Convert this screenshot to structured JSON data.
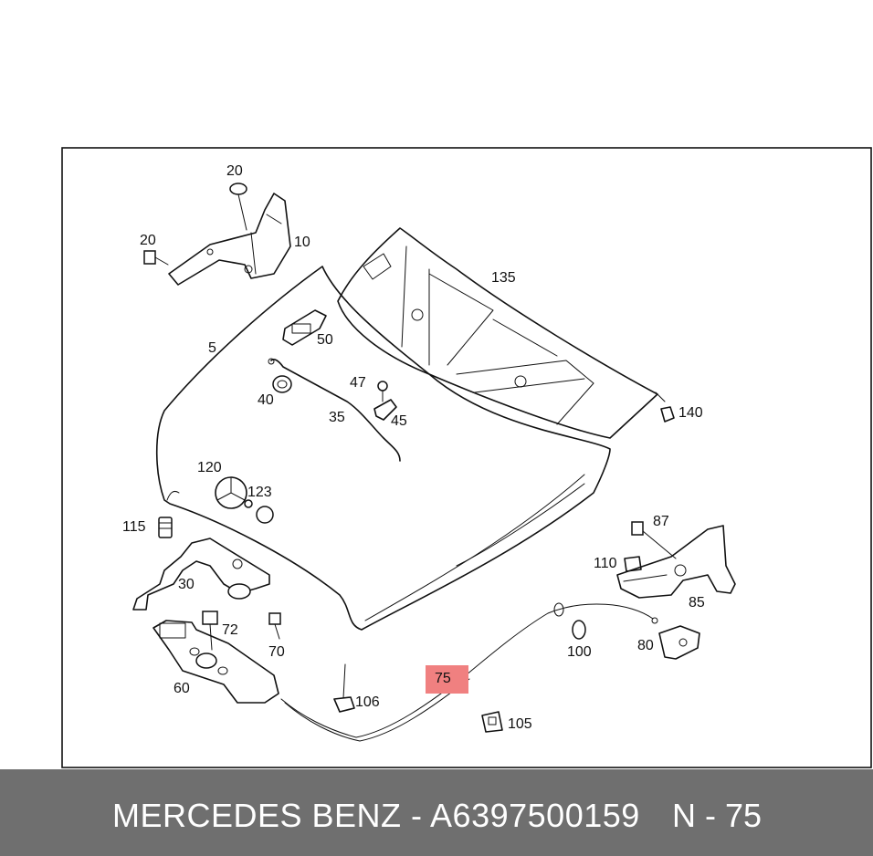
{
  "diagram": {
    "callouts": {
      "c20a": "20",
      "c20b": "20",
      "c10": "10",
      "c135": "135",
      "c5": "5",
      "c50": "50",
      "c47": "47",
      "c40": "40",
      "c35": "35",
      "c45": "45",
      "c140": "140",
      "c120": "120",
      "c123": "123",
      "c115": "115",
      "c87": "87",
      "c110": "110",
      "c30": "30",
      "c85": "85",
      "c72": "72",
      "c70": "70",
      "c100": "100",
      "c80": "80",
      "c60": "60",
      "c75": "75",
      "c106": "106",
      "c105": "105"
    },
    "highlight_color": "#f08080"
  },
  "caption": {
    "text": "MERCEDES BENZ - A6397500159",
    "code": "N - 75"
  }
}
